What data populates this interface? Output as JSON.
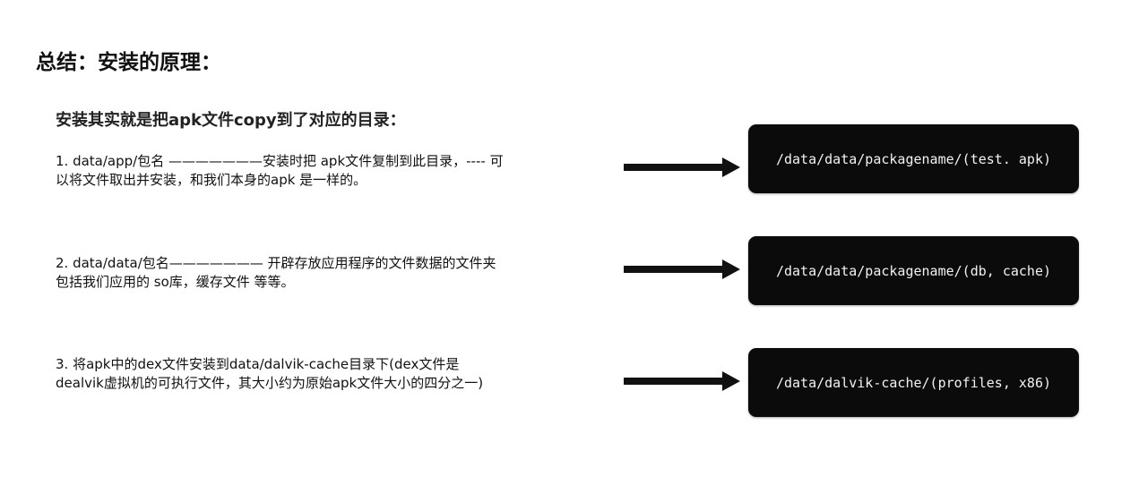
{
  "page_title": "总结：安装的原理：",
  "heading": "安装其实就是把apk文件copy到了对应的目录：",
  "steps": [
    {
      "line1": "1. data/app/包名 ———————安装时把 apk文件复制到此目录，---- 可",
      "line2": "以将文件取出并安装，和我们本身的apk 是一样的。",
      "path": "/data/data/packagename/(test. apk)"
    },
    {
      "line1": "2. data/data/包名——————— 开辟存放应用程序的文件数据的文件夹",
      "line2": "包括我们应用的 so库，缓存文件 等等。",
      "path": "/data/data/packagename/(db, cache)"
    },
    {
      "line1": "3. 将apk中的dex文件安装到data/dalvik-cache目录下(dex文件是",
      "line2": "dealvik虚拟机的可执行文件，其大小约为原始apk文件大小的四分之一)",
      "path": "/data/dalvik-cache/(profiles, x86)"
    }
  ],
  "colors": {
    "box_background": "#0b0b0b",
    "box_text": "#f2f2f2",
    "arrow": "#111111"
  },
  "icons": {
    "arrow": "right-arrow-icon"
  }
}
